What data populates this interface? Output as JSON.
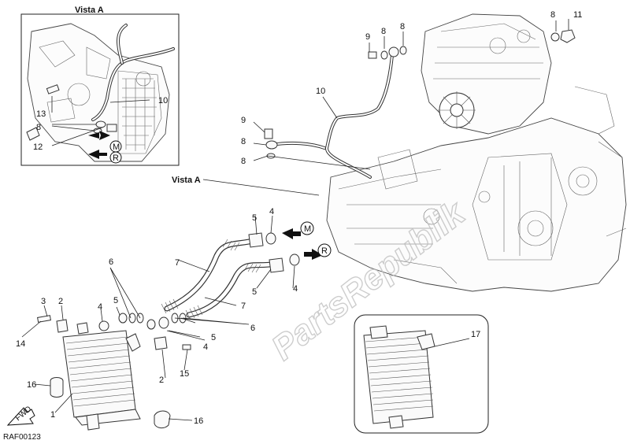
{
  "diagram": {
    "inset_title": "Vista A",
    "callout_title": "Vista A",
    "drawing_code": "RAF00123",
    "watermark": "PartsRepublik",
    "fwd_label": "FWD",
    "arrow_m": "M",
    "arrow_r": "R",
    "parts": {
      "p1": "1",
      "p2": "2",
      "p3": "3",
      "p4": "4",
      "p5": "5",
      "p6": "6",
      "p7": "7",
      "p8": "8",
      "p9": "9",
      "p10": "10",
      "p11": "11",
      "p12": "12",
      "p13": "13",
      "p14": "14",
      "p15": "15",
      "p16": "16",
      "p17": "17"
    }
  }
}
